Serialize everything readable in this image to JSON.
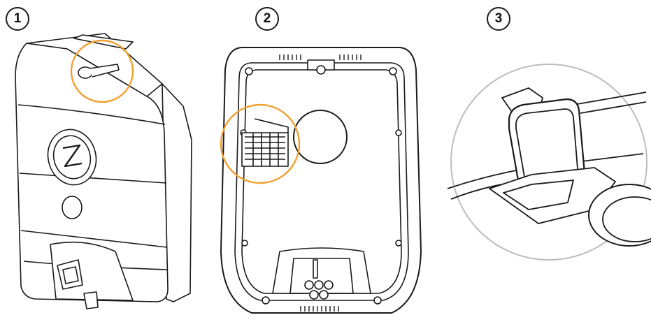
{
  "steps": [
    {
      "number": "1"
    },
    {
      "number": "2"
    },
    {
      "number": "3"
    }
  ],
  "colors": {
    "line": "#1a1a1a",
    "highlight_circle": "#f0a030",
    "detail_circle": "#bdbdbd",
    "fill": "#ffffff"
  },
  "icons": {
    "logo": "z-logo-icon"
  }
}
